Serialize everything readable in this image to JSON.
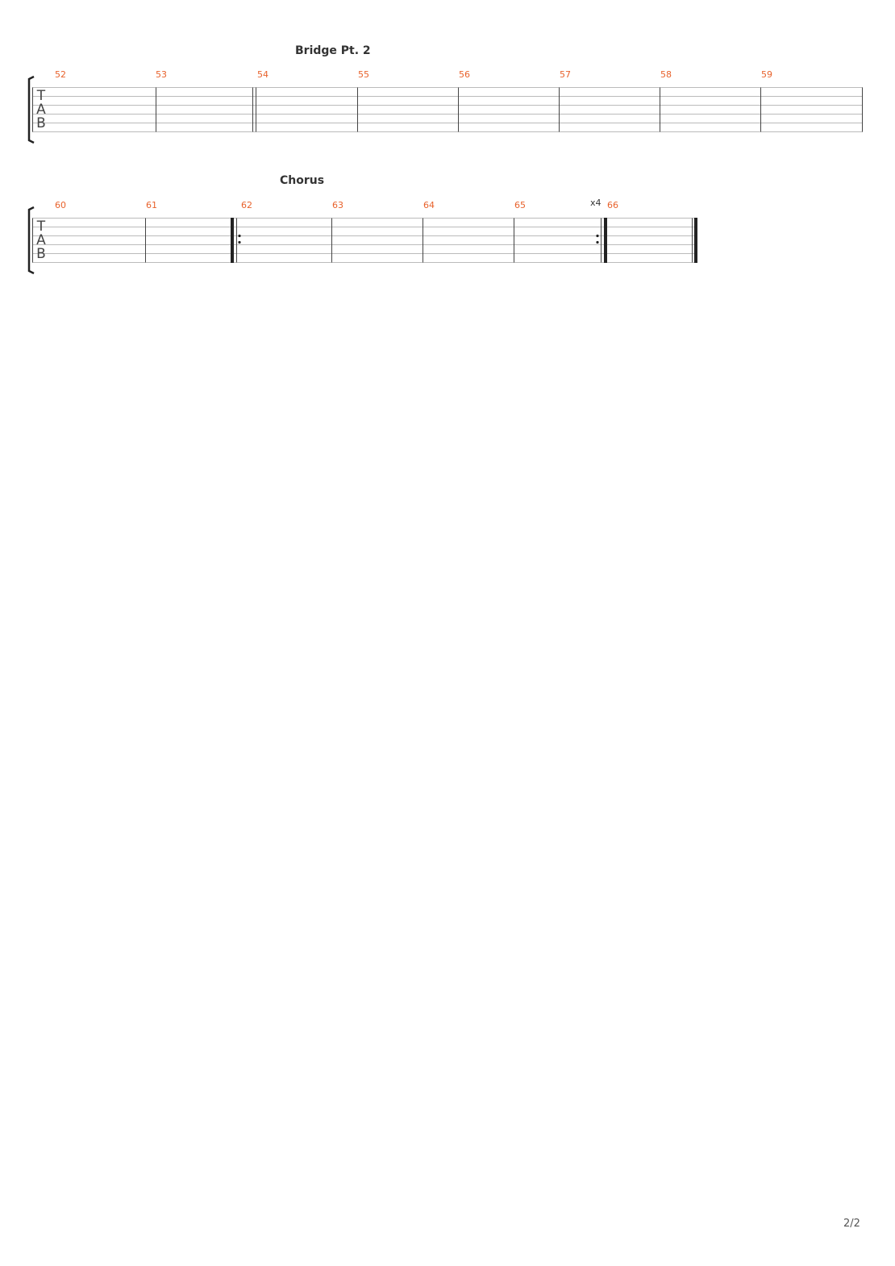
{
  "systems": [
    {
      "section_title": "Bridge Pt. 2",
      "clef_letters": [
        "T",
        "A",
        "B"
      ],
      "bars": [
        {
          "number": "52"
        },
        {
          "number": "53"
        },
        {
          "number": "54"
        },
        {
          "number": "55"
        },
        {
          "number": "56"
        },
        {
          "number": "57"
        },
        {
          "number": "58"
        },
        {
          "number": "59"
        }
      ]
    },
    {
      "section_title": "Chorus",
      "clef_letters": [
        "T",
        "A",
        "B"
      ],
      "bars": [
        {
          "number": "60"
        },
        {
          "number": "61"
        },
        {
          "number": "62"
        },
        {
          "number": "63"
        },
        {
          "number": "64"
        },
        {
          "number": "65"
        },
        {
          "number": "66"
        }
      ],
      "repeat_count": "x4"
    }
  ],
  "page_number": "2/2",
  "colors": {
    "bar_number": "#e8622c",
    "staff_line": "#bbbbbb",
    "barline": "#444444",
    "bracket": "#222222"
  }
}
